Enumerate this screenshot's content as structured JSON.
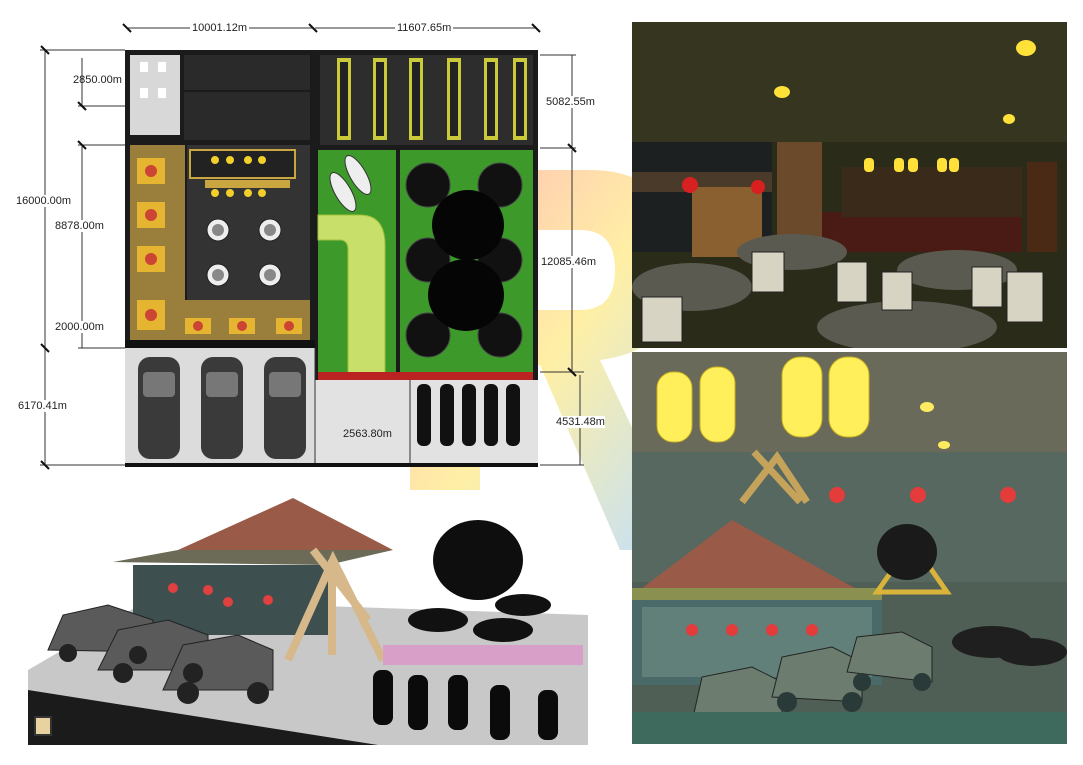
{
  "plan": {
    "dimensions": {
      "top_left_width": "10001.12m",
      "top_right_width": "11607.65m",
      "small_height": "2850.00m",
      "total_height": "16000.00m",
      "inner_height": "8878.00m",
      "bottom_strip": "2000.00m",
      "parking_height": "6170.41m",
      "garden_top": "5082.55m",
      "garden_height": "12085.46m",
      "parking_gap": "2563.80m",
      "motor_height": "4531.48m"
    }
  },
  "colors": {
    "wall": "#1a1a1a",
    "floor_dark": "#2c2c2c",
    "wood": "#a08540",
    "grass": "#3d9a2a",
    "path": "#c8e06a",
    "roof": "#9a5a48",
    "parking": "#dcdcdc"
  },
  "icons": [
    "car-icon",
    "motorbike-icon",
    "table-icon",
    "umbrella-icon",
    "tree-icon",
    "boat-icon",
    "logo-icon"
  ]
}
